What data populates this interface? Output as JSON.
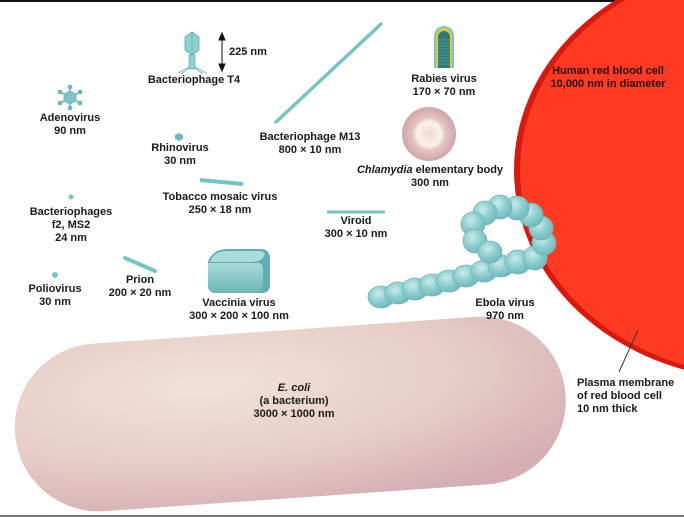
{
  "title": "Relative sizes of viruses, bacteria and a human red blood cell",
  "colors": {
    "virus_teal": "#79C3C4",
    "virus_teal_dark": "#4E9EA0",
    "red_blood_cell": "#FF3A22",
    "ecoli_pink": "#E7CFCB",
    "chlamydia_pink": "#D8B4B4",
    "rabies_yellow": "#E8C63A",
    "rabies_dark": "#2F7A78"
  },
  "items": {
    "bacteriophage_t4": {
      "name": "Bacteriophage T4",
      "size": "225 nm"
    },
    "adenovirus": {
      "name": "Adenovirus",
      "size": "90 nm"
    },
    "rhinovirus": {
      "name": "Rhinovirus",
      "size": "30 nm"
    },
    "bacteriophage_m13": {
      "name": "Bacteriophage M13",
      "size": "800 × 10 nm"
    },
    "rabies": {
      "name": "Rabies virus",
      "size": "170 × 70 nm"
    },
    "chlamydia": {
      "name_italic": "Chlamydia",
      "name_rest": " elementary body",
      "size": "300 nm"
    },
    "tobacco_mosaic": {
      "name": "Tobacco mosaic virus",
      "size": "250 × 18 nm"
    },
    "bacteriophages_f2": {
      "name": "Bacteriophages",
      "name2": "f2, MS2",
      "size": "24 nm"
    },
    "viroid": {
      "name": "Viroid",
      "size": "300 × 10 nm"
    },
    "poliovirus": {
      "name": "Poliovirus",
      "size": "30 nm"
    },
    "prion": {
      "name": "Prion",
      "size": "200 × 20 nm"
    },
    "vaccinia": {
      "name": "Vaccinia virus",
      "size": "300 × 200 × 100 nm"
    },
    "ebola": {
      "name": "Ebola virus",
      "size": "970 nm"
    },
    "ecoli": {
      "name_italic": "E. coli",
      "desc": "(a bacterium)",
      "size": "3000 × 1000 nm"
    },
    "red_blood_cell": {
      "name": "Human red blood cell",
      "size": "10,000 nm in diameter"
    },
    "plasma_membrane": {
      "line1": "Plasma membrane",
      "line2": "of red blood cell",
      "line3": "10 nm thick"
    }
  }
}
